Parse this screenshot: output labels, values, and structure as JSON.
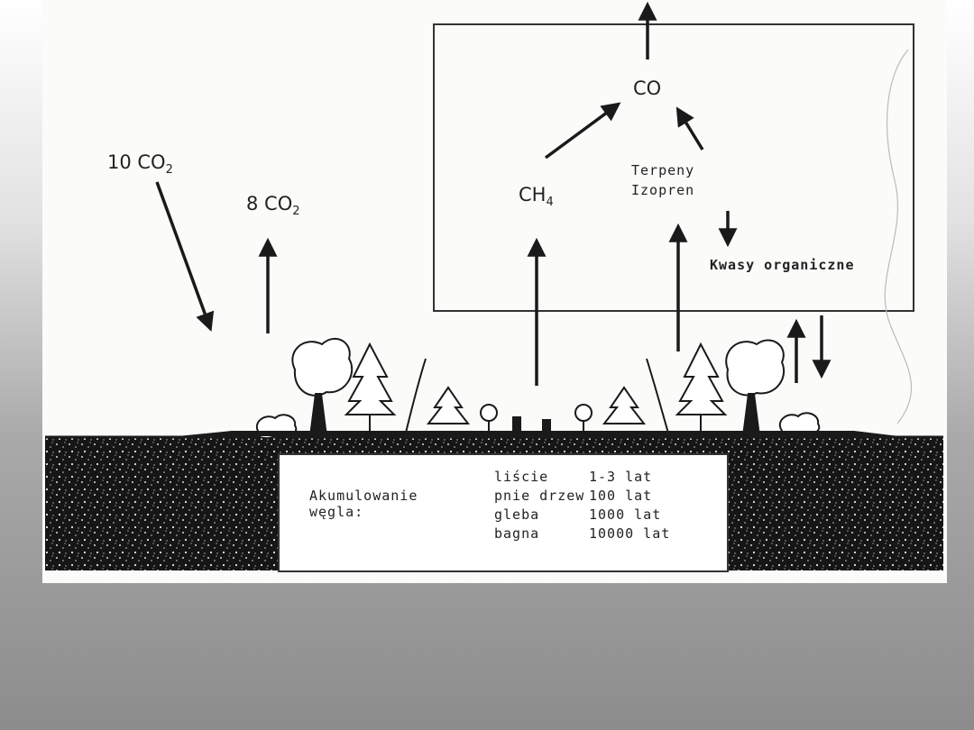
{
  "colors": {
    "ink": "#1a1a1a",
    "paper": "#fbfbf9",
    "soil": "#151515"
  },
  "labels": {
    "co": "CO",
    "ch4_main": "CH",
    "ch4_sub": "4",
    "terpeny": "Terpeny",
    "izopren": "Izopren",
    "kwasy": "Kwasy organiczne",
    "co2_in_num": "10 CO",
    "co2_in_sub": "2",
    "co2_out_num": "8 CO",
    "co2_out_sub": "2"
  },
  "info": {
    "title_line1": "Akumulowanie",
    "title_line2": "węgla:",
    "rows": [
      {
        "item": "liście",
        "time": "1-3 lat"
      },
      {
        "item": "pnie drzew",
        "time": "100 lat"
      },
      {
        "item": "gleba",
        "time": "1000 lat"
      },
      {
        "item": "bagna",
        "time": "10000 lat"
      }
    ]
  }
}
